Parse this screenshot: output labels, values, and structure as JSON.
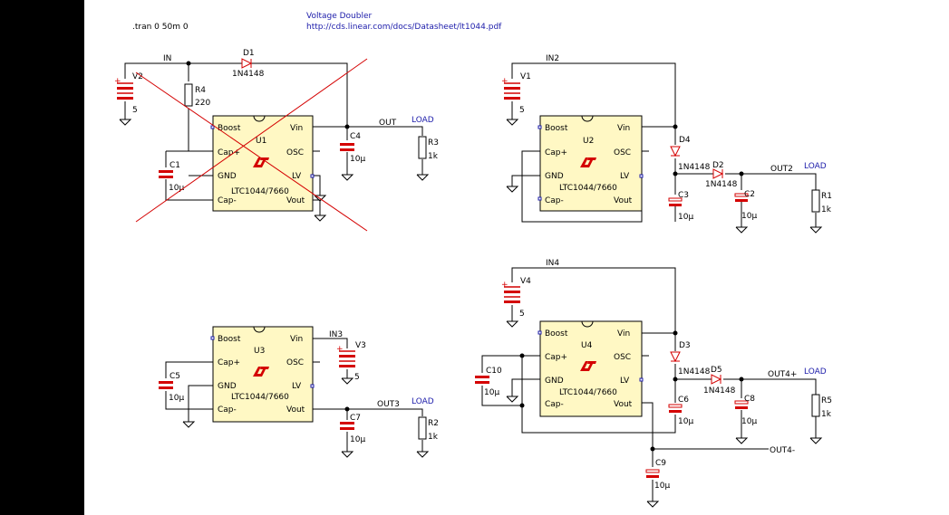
{
  "header": {
    "directive": ".tran 0 50m 0",
    "title": "Voltage Doubler",
    "url": "http://cds.linear.com/docs/Datasheet/lt1044.pdf"
  },
  "chip": {
    "part": "LTC1044/7660",
    "pins": [
      "Boost",
      "Cap+",
      "GND",
      "Cap-",
      "Vin",
      "OSC",
      "LV",
      "Vout"
    ],
    "logo": "LT",
    "u1": "U1",
    "u2": "U2",
    "u3": "U3",
    "u4": "U4"
  },
  "sources": {
    "v1": "V1",
    "v1_val": "5",
    "v2": "V2",
    "v2_val": "5",
    "v3": "V3",
    "v3_val": "5",
    "v4": "V4",
    "v4_val": "5",
    "plus": "+"
  },
  "nets": {
    "in": "IN",
    "in2": "IN2",
    "in3": "IN3",
    "in4": "IN4",
    "out": "OUT",
    "out2": "OUT2",
    "out3": "OUT3",
    "out4p": "OUT4+",
    "out4m": "OUT4-",
    "load": "LOAD"
  },
  "parts": {
    "d1": "D1",
    "d2": "D2",
    "d3": "D3",
    "d4": "D4",
    "d5": "D5",
    "diode": "1N4148",
    "r1": "R1",
    "r2": "R2",
    "r3": "R3",
    "r4": "R4",
    "r5": "R5",
    "r1k": "1k",
    "r220": "220",
    "c1": "C1",
    "c2": "C2",
    "c3": "C3",
    "c4": "C4",
    "c5": "C5",
    "c6": "C6",
    "c7": "C7",
    "c8": "C8",
    "c9": "C9",
    "c10": "C10",
    "c10u": "10µ"
  },
  "colors": {
    "background": "#ffffff",
    "left_bar": "#000000",
    "wire": "#000000",
    "component_red": "#d40000",
    "label_blue": "#1c1caa",
    "chip_fill": "#fff8c4"
  }
}
